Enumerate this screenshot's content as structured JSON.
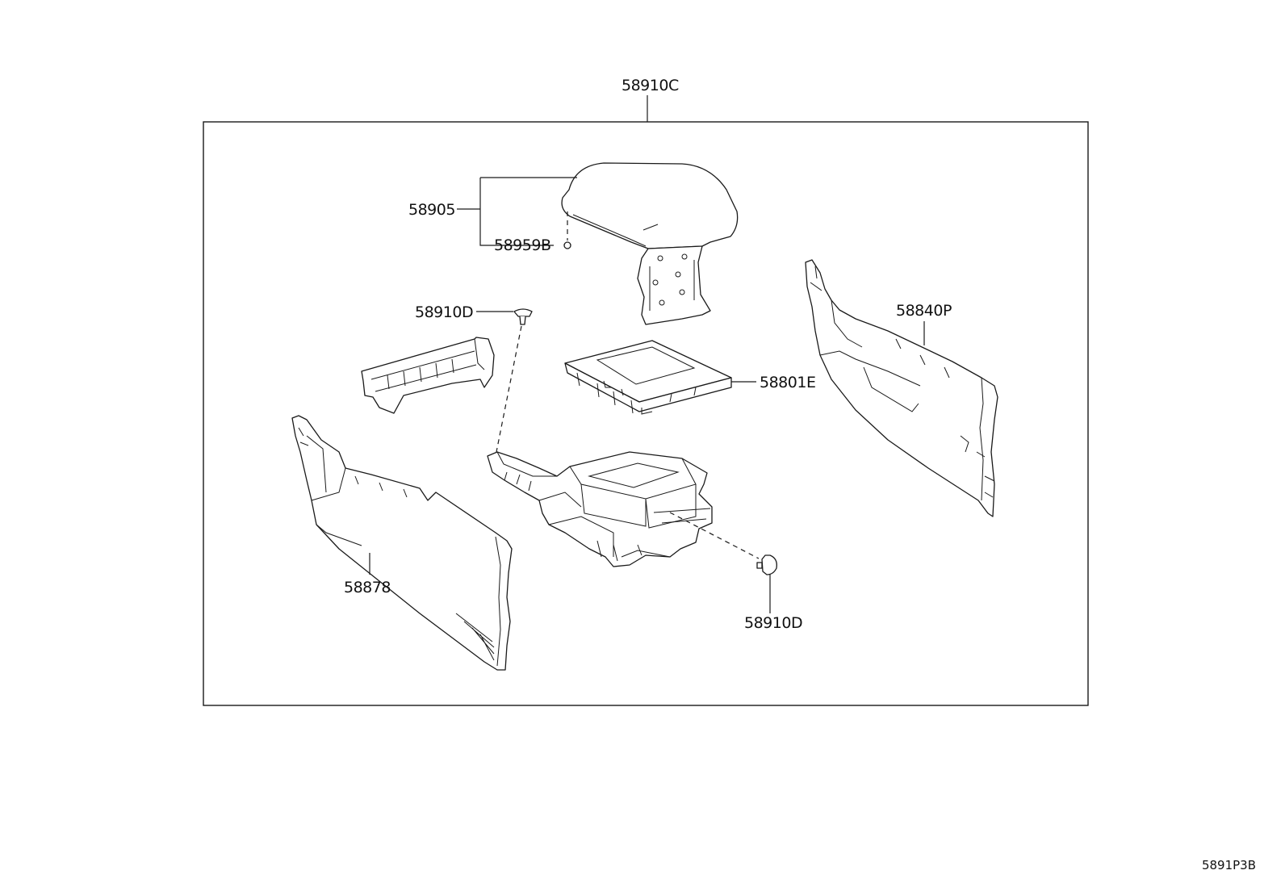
{
  "diagram": {
    "callouts": {
      "assembly": "58910C",
      "armrest": "58905",
      "armrest_screw": "58959B",
      "clip_upper": "58910D",
      "clip_lower": "58910D",
      "lower_tray": "58801E",
      "panel_right": "58840P",
      "panel_left": "58878"
    },
    "diagram_code": "5891P3B"
  }
}
